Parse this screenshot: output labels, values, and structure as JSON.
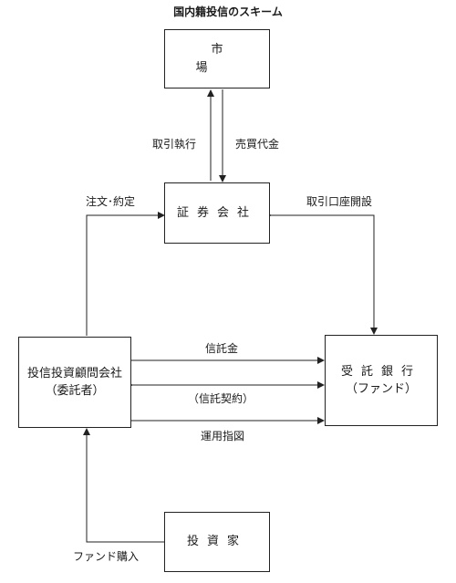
{
  "diagram": {
    "title": "国内籍投信のスキーム",
    "nodes": {
      "market": {
        "label": "市　場"
      },
      "securities": {
        "label": "証券会社"
      },
      "investment_advisor": {
        "label": "投信投資顧問会社",
        "sub": "（委託者）"
      },
      "trust_bank": {
        "label": "受託銀行",
        "sub": "（ファンド）"
      },
      "investor": {
        "label": "投資家"
      }
    },
    "edges": {
      "trade_execution": {
        "label": "取引執行"
      },
      "sale_proceeds": {
        "label": "売買代金"
      },
      "order_agreement": {
        "label": "注文･約定"
      },
      "account_opening": {
        "label": "取引口座開設"
      },
      "trust_money": {
        "label": "信託金"
      },
      "trust_contract": {
        "label": "（信託契約）"
      },
      "operation_instruction": {
        "label": "運用指図"
      },
      "fund_purchase": {
        "label": "ファンド購入"
      }
    }
  }
}
